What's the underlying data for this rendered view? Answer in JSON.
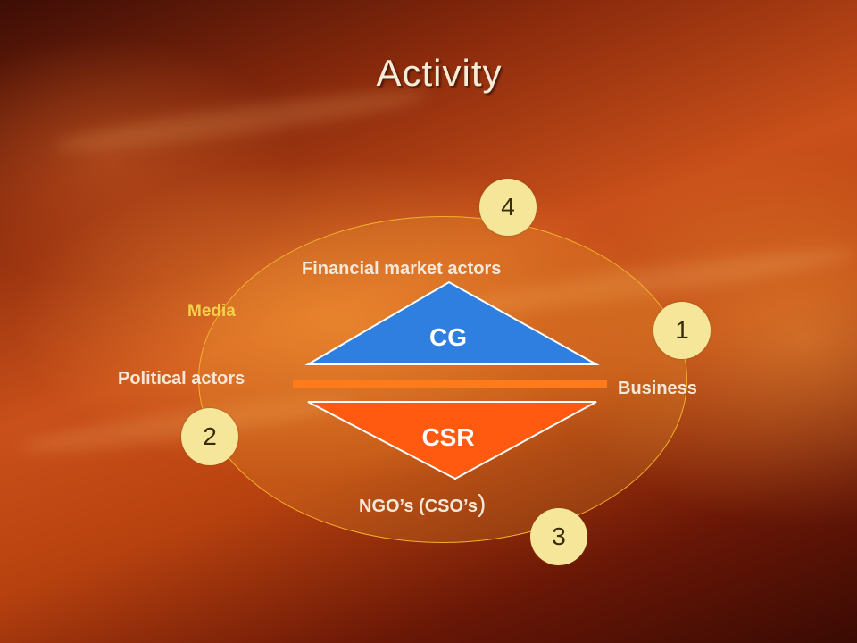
{
  "slide": {
    "title": "Activity"
  },
  "diagram": {
    "top_label": "Financial market actors",
    "left_label": "Political actors",
    "right_label": "Business",
    "media_label": "Media",
    "bottom_label": "NGO’s (CSO’s",
    "bottom_label_paren": ")",
    "upper_triangle_label": "CG",
    "lower_triangle_label": "CSR",
    "badges": [
      "4",
      "1",
      "2",
      "3"
    ],
    "colors": {
      "cg_fill": "#2f7fe0",
      "csr_fill": "#ff5a10",
      "badge_fill": "#f5e69a",
      "oval_stroke": "#f3b12b",
      "bar": "#ff7a1a"
    }
  }
}
